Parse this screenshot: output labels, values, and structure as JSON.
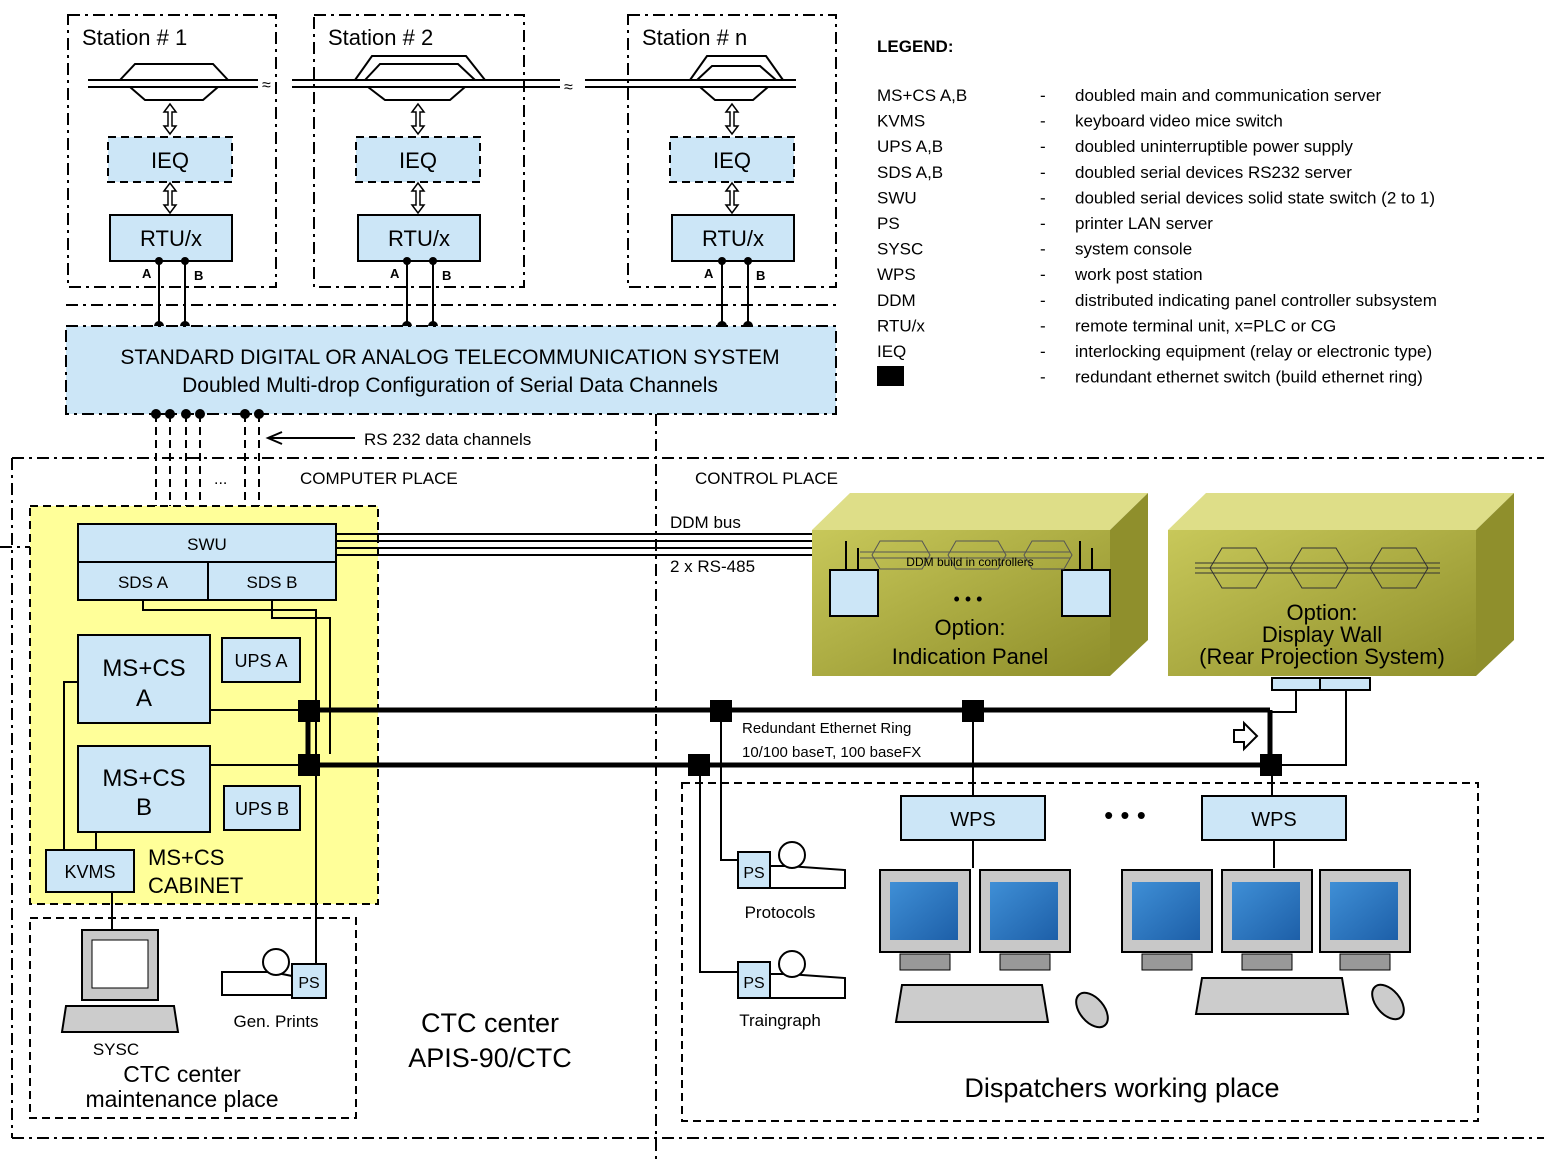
{
  "stations": [
    {
      "name": "Station # 1",
      "ieq": "IEQ",
      "rtu": "RTU/x",
      "a": "A",
      "b": "B"
    },
    {
      "name": "Station # 2",
      "ieq": "IEQ",
      "rtu": "RTU/x",
      "a": "A",
      "b": "B"
    },
    {
      "name": "Station # n",
      "ieq": "IEQ",
      "rtu": "RTU/x",
      "a": "A",
      "b": "B"
    }
  ],
  "telecom": {
    "line1": "STANDARD DIGITAL OR ANALOG TELECOMMUNICATION SYSTEM",
    "line2": "Doubled Multi-drop Configuration of Serial Data Channels"
  },
  "rs232_label": "RS  232 data channels",
  "ellipsis": "...",
  "dots3": "• • •",
  "computer_place": "COMPUTER PLACE",
  "control_place": "CONTROL PLACE",
  "swu": "SWU",
  "sds_a": "SDS A",
  "sds_b": "SDS B",
  "mscs_a": [
    "MS+CS",
    "A"
  ],
  "mscs_b": [
    "MS+CS",
    "B"
  ],
  "ups_a": "UPS A",
  "ups_b": "UPS B",
  "kvms": "KVMS",
  "cabinet": [
    "MS+CS",
    "CABINET"
  ],
  "ddm_bus": "DDM bus",
  "rs485": "2 x RS-485",
  "ddm_ctrl": "DDM build in controllers",
  "indication_panel": [
    "Option:",
    "Indication Panel"
  ],
  "display_wall": [
    "Option:",
    "Display Wall",
    "(Rear Projection System)"
  ],
  "ring": [
    "Redundant Ethernet Ring",
    "10/100 baseT, 100 baseFX"
  ],
  "wps": "WPS",
  "ps": "PS",
  "protocols": "Protocols",
  "traingraph": "Traingraph",
  "gen_prints": "Gen. Prints",
  "sysc": "SYSC",
  "maintenance": [
    "CTC center",
    "maintenance place"
  ],
  "ctc_center": [
    "CTC center",
    "APIS-90/CTC"
  ],
  "dispatchers": "Dispatchers working place",
  "legend_title": "LEGEND:",
  "legend": [
    {
      "key": "MS+CS A,B",
      "desc": "doubled main and communication server"
    },
    {
      "key": "KVMS",
      "desc": "keyboard video mice switch"
    },
    {
      "key": "UPS A,B",
      "desc": "doubled uninterruptible power supply"
    },
    {
      "key": "SDS A,B",
      "desc": "doubled serial devices RS232 server"
    },
    {
      "key": "SWU",
      "desc": "doubled serial devices solid state switch (2 to 1)"
    },
    {
      "key": "PS",
      "desc": "printer LAN server"
    },
    {
      "key": "SYSC",
      "desc": "system console"
    },
    {
      "key": "WPS",
      "desc": "work post station"
    },
    {
      "key": "DDM",
      "desc": "distributed indicating panel controller subsystem"
    },
    {
      "key": "RTU/x",
      "desc": "remote terminal unit, x=PLC or CG"
    },
    {
      "key": "IEQ",
      "desc": "interlocking equipment (relay or electronic type)"
    },
    {
      "key": "",
      "desc": "redundant ethernet switch (build ethernet ring)"
    }
  ],
  "legend_dash": "-",
  "colors": {
    "box_fill": "#cce6f7",
    "cabinet_fill": "#ffff99",
    "panel_fill": "#b5b54a"
  }
}
